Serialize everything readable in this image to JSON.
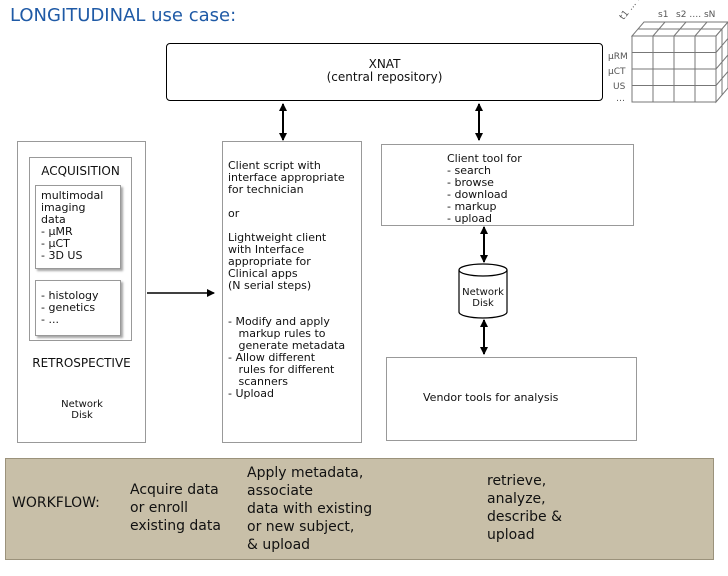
{
  "title": "LONGITUDINAL use case:",
  "xnat": {
    "name": "XNAT",
    "subtitle": "(central repository)"
  },
  "cube": {
    "top_labels": [
      "t1 … tM",
      "s1",
      "s2 …. sN"
    ],
    "side_labels": [
      "µRM",
      "µCT",
      "US",
      "…"
    ]
  },
  "acquisition": {
    "heading": "ACQUISITION",
    "imaging_box": "multimodal\nimaging\ndata\n- µMR\n- µCT\n- 3D US",
    "other_box": "- histology\n- genetics\n- ...",
    "retrospective": "RETROSPECTIVE",
    "disk_label": "Network\nDisk"
  },
  "client_script": {
    "text": "Client script with\ninterface appropriate\nfor technician\n\nor\n\nLightweight client\nwith Interface\nappropriate for\nClinical apps\n(N serial steps)\n\n\n- Modify and apply\n   markup rules to\n   generate metadata\n- Allow different\n   rules for different\n   scanners\n- Upload"
  },
  "client_tool": {
    "text": "Client tool for\n- search\n- browse\n- download\n- markup\n- upload"
  },
  "middle_disk": {
    "label": "Network\nDisk"
  },
  "vendor": {
    "text": "Vendor tools for analysis"
  },
  "workflow": {
    "label": "WORKFLOW:",
    "col1": "Acquire data\nor enroll\nexisting data",
    "col2": "Apply metadata,\nassociate\ndata with existing\nor new subject,\n& upload",
    "col3": "retrieve,\nanalyze,\ndescribe &\nupload"
  }
}
